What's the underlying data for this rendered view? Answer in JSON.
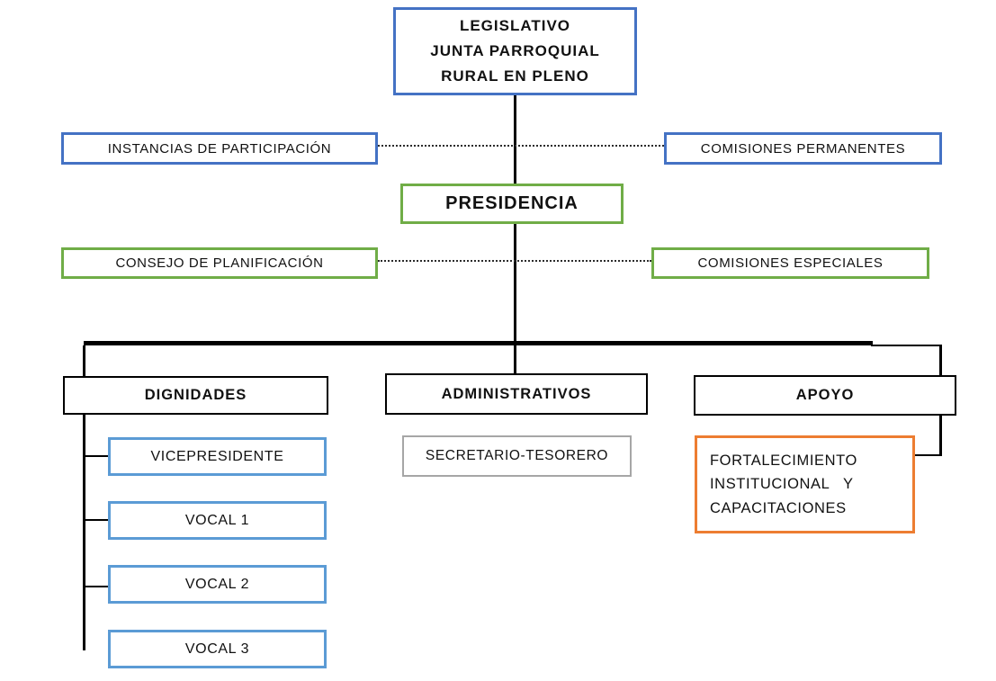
{
  "diagram": {
    "type": "org-chart",
    "nodes": {
      "legislativo": {
        "label": "LEGISLATIVO\nJUNTA PARROQUIAL\nRURAL EN PLENO"
      },
      "instancias": {
        "label": "INSTANCIAS DE PARTICIPACIÓN"
      },
      "comisiones_permanentes": {
        "label": "COMISIONES PERMANENTES"
      },
      "presidencia": {
        "label": "PRESIDENCIA"
      },
      "consejo_planificacion": {
        "label": "CONSEJO DE PLANIFICACIÓN"
      },
      "comisiones_especiales": {
        "label": "COMISIONES ESPECIALES"
      },
      "dignidades": {
        "label": "DIGNIDADES"
      },
      "administrativos": {
        "label": "ADMINISTRATIVOS"
      },
      "apoyo": {
        "label": "APOYO"
      },
      "vicepresidente": {
        "label": "VICEPRESIDENTE"
      },
      "vocal_1": {
        "label": "VOCAL 1"
      },
      "vocal_2": {
        "label": "VOCAL 2"
      },
      "vocal_3": {
        "label": "VOCAL 3"
      },
      "secretario_tesorero": {
        "label": "SECRETARIO-TESORERO"
      },
      "fortalecimiento": {
        "label": "FORTALECIMIENTO\nINSTITUCIONAL   Y\nCAPACITACIONES"
      }
    },
    "edges": [
      {
        "from": "legislativo",
        "to": "presidencia",
        "style": "solid"
      },
      {
        "from": "instancias",
        "to": "comisiones_permanentes",
        "style": "dotted"
      },
      {
        "from": "consejo_planificacion",
        "to": "comisiones_especiales",
        "style": "dotted"
      },
      {
        "from": "presidencia",
        "to": "dignidades",
        "style": "solid"
      },
      {
        "from": "presidencia",
        "to": "administrativos",
        "style": "solid"
      },
      {
        "from": "presidencia",
        "to": "apoyo",
        "style": "solid"
      },
      {
        "from": "dignidades",
        "to": "vicepresidente",
        "style": "solid"
      },
      {
        "from": "dignidades",
        "to": "vocal_1",
        "style": "solid"
      },
      {
        "from": "dignidades",
        "to": "vocal_2",
        "style": "solid"
      },
      {
        "from": "dignidades",
        "to": "vocal_3",
        "style": "solid"
      },
      {
        "from": "apoyo",
        "to": "fortalecimiento",
        "style": "solid"
      }
    ],
    "colors": {
      "blue_border": "#4472C4",
      "light_blue_border": "#5B9BD5",
      "green_border": "#70AD47",
      "orange_border": "#ED7D31",
      "gray_border": "#A6A6A6",
      "black_border": "#000000",
      "line": "#000000",
      "text": "#111111",
      "background": "#FFFFFF"
    }
  }
}
